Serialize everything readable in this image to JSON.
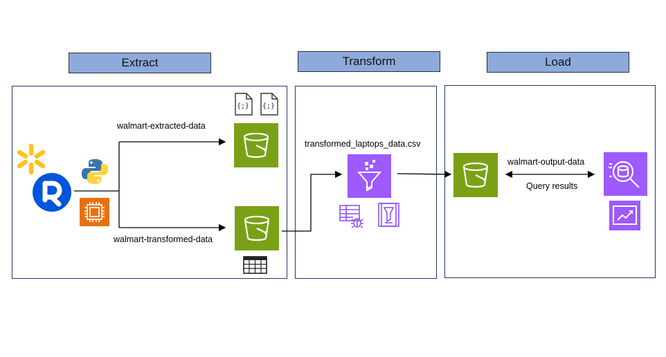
{
  "stages": {
    "extract": "Extract",
    "transform": "Transform",
    "load": "Load"
  },
  "labels": {
    "extracted_bucket": "walmart-extracted-data",
    "transformed_bucket": "walmart-transformed-data",
    "transformed_file": "transformed_laptops_data.csv",
    "output_bucket": "walmart-output-data",
    "query_results": "Query results"
  },
  "icons": {
    "json_glyph": "{;}",
    "walmart_spark": "walmart-spark-icon",
    "rapidapi": "rapidapi-icon",
    "python": "python-icon",
    "ec2": "ec2-instance-icon",
    "s3": "s3-bucket-icon",
    "glue": "glue-databrew-icon",
    "athena": "athena-icon",
    "quicksight": "quicksight-icon"
  },
  "colors": {
    "header_fill": "#8eaadb",
    "panel_border": "#1f3864",
    "s3_green": "#7aa116",
    "glue_purple": "#9d5aff",
    "ec2_orange": "#e8700c",
    "walmart_yellow": "#ffc220",
    "rapidapi_blue": "#0055da"
  }
}
